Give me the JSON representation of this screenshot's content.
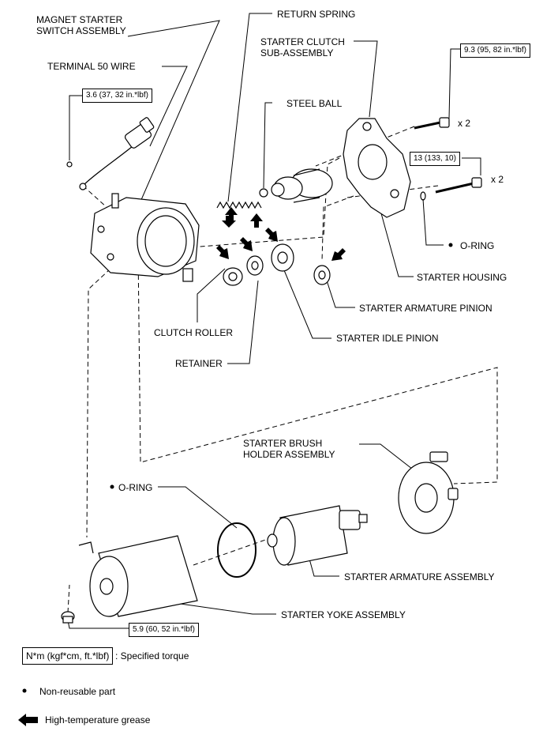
{
  "labels": {
    "magnet_starter_line1": "MAGNET STARTER",
    "magnet_starter_line2": "SWITCH ASSEMBLY",
    "terminal_50": "TERMINAL 50 WIRE",
    "return_spring": "RETURN SPRING",
    "starter_clutch_line1": "STARTER CLUTCH",
    "starter_clutch_line2": "SUB-ASSEMBLY",
    "steel_ball": "STEEL BALL",
    "o_ring_upper": "O-RING",
    "starter_housing": "STARTER HOUSING",
    "armature_pinion": "STARTER ARMATURE PINION",
    "clutch_roller": "CLUTCH ROLLER",
    "idle_pinion": "STARTER IDLE PINION",
    "retainer": "RETAINER",
    "brush_holder_line1": "STARTER BRUSH",
    "brush_holder_line2": "HOLDER ASSEMBLY",
    "o_ring_lower": "O-RING",
    "armature_assembly": "STARTER ARMATURE ASSEMBLY",
    "yoke_assembly": "STARTER YOKE ASSEMBLY"
  },
  "torques": {
    "terminal_nut": "3.6 (37, 32 in.*lbf)",
    "through_bolt_upper": "9.3 (95, 82 in.*lbf)",
    "through_bolt_lower": "13 (133, 10)",
    "yoke_nut": "5.9 (60, 52 in.*lbf)"
  },
  "quantities": {
    "upper": "x 2",
    "lower": "x 2"
  },
  "legend": {
    "torque_box": "N*m (kgf*cm, ft.*lbf)",
    "torque_desc": ": Specified torque",
    "nonreusable": "Non-reusable part",
    "grease": "High-temperature grease"
  },
  "colors": {
    "line": "#000000",
    "background": "#ffffff"
  }
}
